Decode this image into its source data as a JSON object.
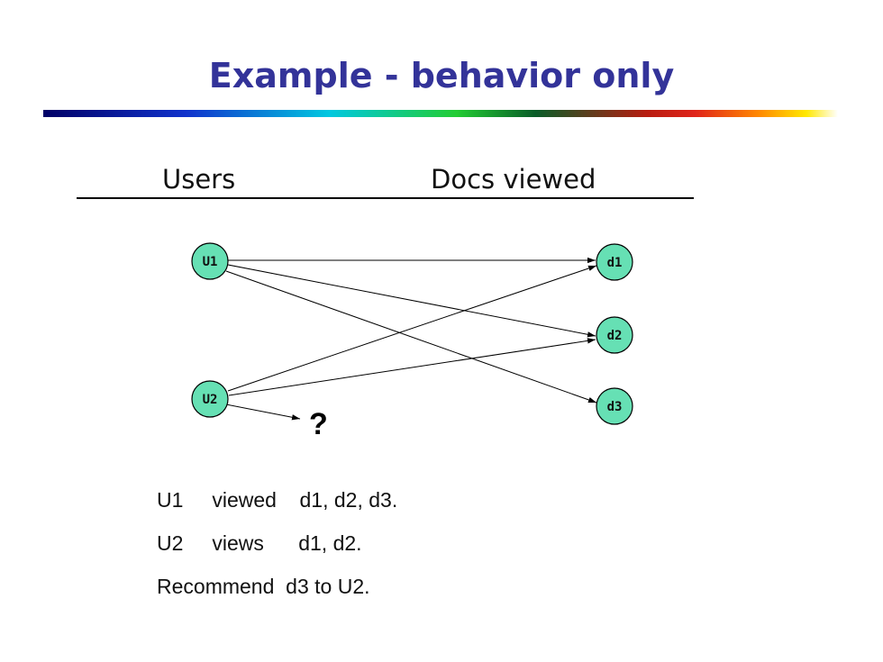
{
  "slide": {
    "title": "Example - behavior only",
    "users_header": "Users",
    "docs_header": "Docs viewed"
  },
  "diagram": {
    "users": [
      "U1",
      "U2"
    ],
    "docs": [
      "d1",
      "d2",
      "d3"
    ],
    "edges": [
      {
        "from": "U1",
        "to": "d1"
      },
      {
        "from": "U1",
        "to": "d2"
      },
      {
        "from": "U1",
        "to": "d3"
      },
      {
        "from": "U2",
        "to": "d1"
      },
      {
        "from": "U2",
        "to": "d2"
      },
      {
        "from": "U2",
        "to": "?"
      }
    ],
    "unknown_label": "?",
    "node_fill": "#66e0b4"
  },
  "notes": {
    "line1": "U1     viewed    d1, d2, d3.",
    "line2": "U2     views      d1, d2.",
    "line3": "Recommend  d3 to U2."
  }
}
